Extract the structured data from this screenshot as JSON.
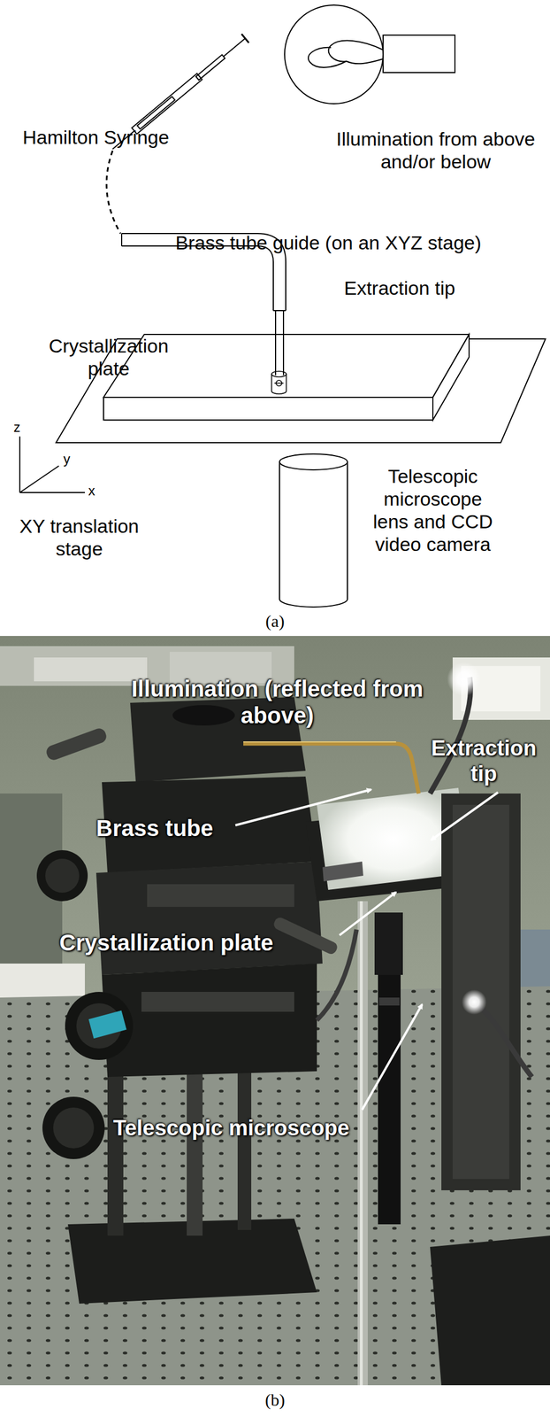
{
  "diagram": {
    "labels": [
      "Hamilton Syringe",
      "Illumination from above and/or below",
      "Brass tube guide (on an XYZ stage)",
      "Extraction tip",
      "Crystallization plate",
      "z",
      "y",
      "x",
      "XY translation stage",
      "Telescopic microscope lens and CCD video camera",
      "(a)",
      "Illumination (reflected from above)",
      "Extraction tip",
      "Brass tube",
      "Crystallization plate",
      "Telescopic microscope",
      "(b)"
    ]
  }
}
